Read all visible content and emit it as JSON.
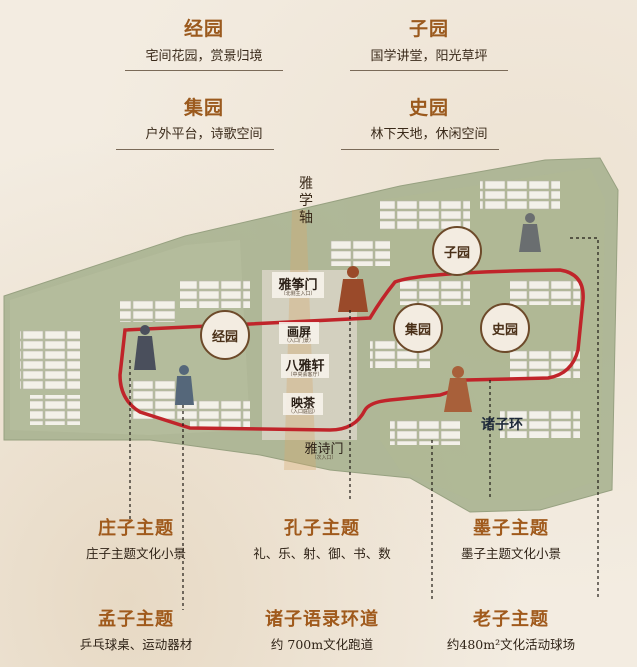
{
  "top_zones": [
    {
      "title": "经园",
      "desc": "宅间花园，赏景归境"
    },
    {
      "title": "子园",
      "desc": "国学讲堂，阳光草坪"
    },
    {
      "title": "集园",
      "desc": "户外平台，诗歌空间"
    },
    {
      "title": "史园",
      "desc": "林下天地，休闲空间"
    }
  ],
  "map": {
    "axis_label": "雅学轴",
    "gate_north": {
      "name": "雅筝门",
      "sub": "（北侧主入口）"
    },
    "pavilion_screen": {
      "name": "画屏",
      "sub": "（入口门景）"
    },
    "pavilion_hall": {
      "name": "八雅轩",
      "sub": "（中央会客厅）"
    },
    "pavilion_tea": {
      "name": "映茶",
      "sub": "（入口庭园）"
    },
    "gate_south": {
      "name": "雅诗门",
      "sub": "（次入口）"
    },
    "ring_label": "诸子环",
    "circles": {
      "jing": "经园",
      "zi": "子园",
      "ji": "集园",
      "shi": "史园"
    }
  },
  "bottom_themes": [
    {
      "title": "庄子主题",
      "desc": "庄子主题文化小景"
    },
    {
      "title": "孔子主题",
      "desc": "礼、乐、射、御、书、数"
    },
    {
      "title": "墨子主题",
      "desc": "墨子主题文化小景"
    },
    {
      "title": "孟子主题",
      "desc": "乒乓球桌、运动器材"
    },
    {
      "title": "诸子语录环道",
      "desc": "约 700m文化跑道"
    },
    {
      "title": "老子主题",
      "desc": "约480m²文化活动球场"
    }
  ],
  "colors": {
    "accent": "#9b5a1e",
    "ring": "#c0242a",
    "text": "#3a2a1a"
  }
}
